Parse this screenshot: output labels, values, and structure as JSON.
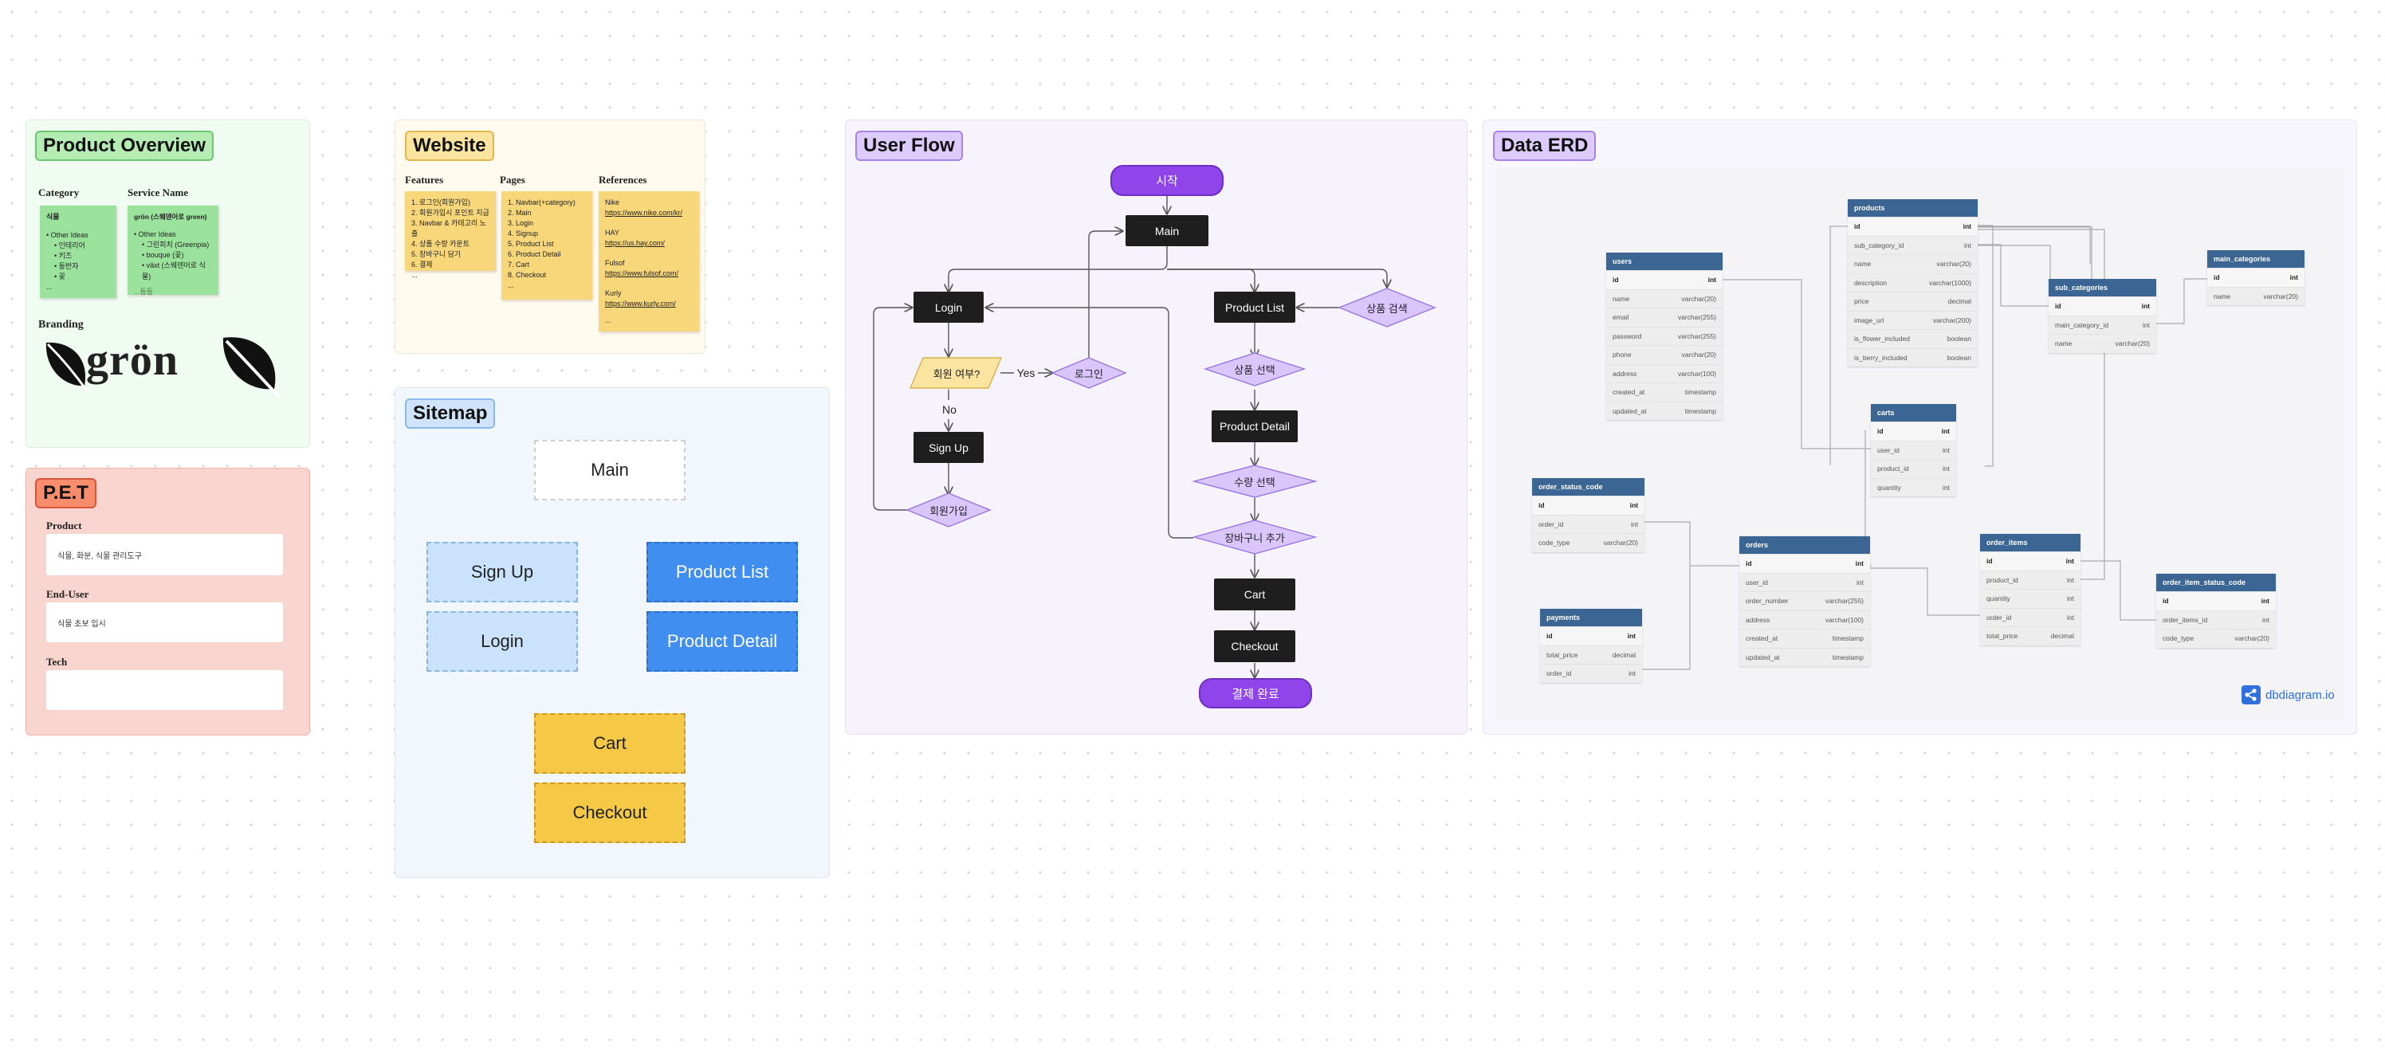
{
  "product_overview": {
    "title": "Product Overview",
    "title_tail": "",
    "category_label": "Category",
    "service_label": "Service Name",
    "category_sticky": {
      "title": "식물",
      "intro": "• Other Ideas",
      "items": [
        "• 인테리어",
        "• 키즈",
        "• 동반자",
        "• 꽃"
      ],
      "more": "..."
    },
    "service_sticky": {
      "title": "grön (스웨덴어로 green)",
      "intro": "• Other Ideas",
      "items": [
        "• 그린피치 (Greenpia)",
        "• bouque (꽃)",
        "• växt (스웨덴어로 식물)"
      ],
      "more": "...등등"
    },
    "branding_label": "Branding",
    "logo_text": "grön"
  },
  "pet": {
    "title": "P.E.T",
    "product_label": "Product",
    "product_value": "식물, 화분, 식물 관리도구",
    "enduser_label": "End-User",
    "enduser_value": "식물 초보 입시",
    "tech_label": "Tech",
    "tech_value": ""
  },
  "website": {
    "title": "Website",
    "features_label": "Features",
    "pages_label": "Pages",
    "references_label": "References",
    "features": [
      "1. 로그인(회원가입)",
      "2. 회원가입시 포인트 지급",
      "3. Navbar & 카테고리 노출",
      "4. 상품 수량 카운트",
      "5. 장바구니 담기",
      "6. 결제",
      "..."
    ],
    "pages": [
      "1. Navbar(+category)",
      "2. Main",
      "3. Login",
      "4. Signup",
      "5. Product List",
      "6. Product Detail",
      "7. Cart",
      "8. Checkout",
      "..."
    ],
    "references": [
      {
        "name": "Nike",
        "url": "https://www.nike.com/kr/"
      },
      {
        "name": "HAY",
        "url": "https://us.hay.com/"
      },
      {
        "name": "Fulsof",
        "url": "https://www.fulsof.com/"
      },
      {
        "name": "Kurly",
        "url": "https://www.kurly.com/"
      }
    ],
    "references_more": "..."
  },
  "sitemap": {
    "title": "Sitemap",
    "main": "Main",
    "signup": "Sign Up",
    "login": "Login",
    "product_list": "Product List",
    "product_detail": "Product Detail",
    "cart": "Cart",
    "checkout": "Checkout"
  },
  "user_flow": {
    "title": "User Flow",
    "start": "시작",
    "main": "Main",
    "login": "Login",
    "member_check": "회원 여부?",
    "yes": "Yes",
    "login_kr": "로그인",
    "no": "No",
    "signup": "Sign Up",
    "join": "회원가입",
    "product_list": "Product List",
    "search": "상품 검색",
    "select": "상품 선택",
    "product_detail": "Product Detail",
    "qty": "수량 선택",
    "add_cart": "장바구니 추가",
    "cart": "Cart",
    "checkout": "Checkout",
    "done": "결제 완료"
  },
  "erd": {
    "title": "Data ERD",
    "brand": "dbdiagram.io",
    "tables": {
      "users": {
        "name": "users",
        "rows": [
          [
            "id",
            "int"
          ],
          [
            "name",
            "varchar(20)"
          ],
          [
            "email",
            "varchar(255)"
          ],
          [
            "password",
            "varchar(255)"
          ],
          [
            "phone",
            "varchar(20)"
          ],
          [
            "address",
            "varchar(100)"
          ],
          [
            "created_at",
            "timestamp"
          ],
          [
            "updated_at",
            "timestamp"
          ]
        ]
      },
      "products": {
        "name": "products",
        "rows": [
          [
            "id",
            "int"
          ],
          [
            "sub_category_id",
            "int"
          ],
          [
            "name",
            "varchar(20)"
          ],
          [
            "description",
            "varchar(1000)"
          ],
          [
            "price",
            "decimal"
          ],
          [
            "image_url",
            "varchar(200)"
          ],
          [
            "is_flower_included",
            "boolean"
          ],
          [
            "is_berry_included",
            "boolean"
          ]
        ]
      },
      "sub_categories": {
        "name": "sub_categories",
        "rows": [
          [
            "id",
            "int"
          ],
          [
            "main_category_id",
            "int"
          ],
          [
            "name",
            "varchar(20)"
          ]
        ]
      },
      "main_categories": {
        "name": "main_categories",
        "rows": [
          [
            "id",
            "int"
          ],
          [
            "name",
            "varchar(20)"
          ]
        ]
      },
      "carts": {
        "name": "carts",
        "rows": [
          [
            "id",
            "int"
          ],
          [
            "user_id",
            "int"
          ],
          [
            "product_id",
            "int"
          ],
          [
            "quantity",
            "int"
          ]
        ]
      },
      "order_status_code": {
        "name": "order_status_code",
        "rows": [
          [
            "id",
            "int"
          ],
          [
            "order_id",
            "int"
          ],
          [
            "code_type",
            "varchar(20)"
          ]
        ]
      },
      "orders": {
        "name": "orders",
        "rows": [
          [
            "id",
            "int"
          ],
          [
            "user_id",
            "int"
          ],
          [
            "order_number",
            "varchar(255)"
          ],
          [
            "address",
            "varchar(100)"
          ],
          [
            "created_at",
            "timestamp"
          ],
          [
            "updated_at",
            "timestamp"
          ]
        ]
      },
      "order_items": {
        "name": "order_items",
        "rows": [
          [
            "id",
            "int"
          ],
          [
            "product_id",
            "int"
          ],
          [
            "quantity",
            "int"
          ],
          [
            "order_id",
            "int"
          ],
          [
            "total_price",
            "decimal"
          ]
        ]
      },
      "order_item_status_code": {
        "name": "order_item_status_code",
        "rows": [
          [
            "id",
            "int"
          ],
          [
            "order_items_id",
            "int"
          ],
          [
            "code_type",
            "varchar(20)"
          ]
        ]
      },
      "payments": {
        "name": "payments",
        "rows": [
          [
            "id",
            "int"
          ],
          [
            "total_price",
            "decimal"
          ],
          [
            "order_id",
            "int"
          ]
        ]
      }
    }
  },
  "colors": {
    "overview_bg": "#f0fbf1",
    "pet_bg": "#f9d5cf",
    "website_bg": "#fffaee",
    "sitemap_bg": "#f1f7fd",
    "flow_bg": "#f6f3fd",
    "erd_bg": "#f7f5fd",
    "sticky_green": "#9be39d",
    "sticky_yellow": "#f7d77a",
    "flow_purple": "#8f45ea",
    "erd_header": "#3b6593"
  }
}
